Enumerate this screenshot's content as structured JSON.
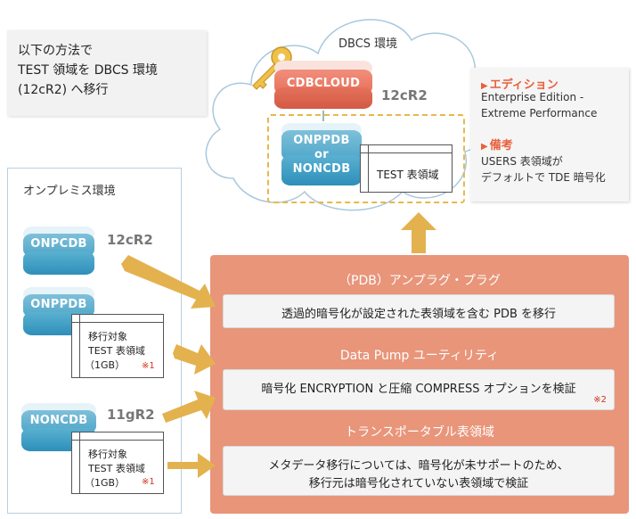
{
  "intro": {
    "lines": [
      "以下の方法で",
      "TEST 領域を DBCS 環境",
      "(12cR2) へ移行"
    ]
  },
  "cloud": {
    "title": "DBCS 環境",
    "db_name": "CDBCLOUD",
    "db_version": "12cR2",
    "pdb_line1": "ONPPDB",
    "pdb_line2": "or",
    "pdb_line3": "NONCDB",
    "tablespace": "TEST 表領域"
  },
  "info": {
    "edition_head": "エディション",
    "edition_line1": "Enterprise Edition -",
    "edition_line2": "Extreme Performance",
    "notes_head": "備考",
    "notes_line1": "USERS 表領域が",
    "notes_line2": "デフォルトで TDE 暗号化"
  },
  "onprem": {
    "title": "オンプレミス環境",
    "cdb_name": "ONPCDB",
    "cdb_version": "12cR2",
    "pdb_name": "ONPPDB",
    "pdb_ts_line1": "移行対象",
    "pdb_ts_line2": "TEST 表領域",
    "pdb_ts_line3": "（1GB）",
    "pdb_ts_note": "※1",
    "noncdb_name": "NONCDB",
    "noncdb_version": "11gR2",
    "noncdb_ts_line1": "移行対象",
    "noncdb_ts_line2": "TEST 表領域",
    "noncdb_ts_line3": "（1GB）",
    "noncdb_ts_note": "※1"
  },
  "methods": [
    {
      "title": "（PDB）アンプラグ・プラグ",
      "desc_line1": "透過的暗号化が設定された表領域を含む PDB を移行",
      "desc_line2": "",
      "note": ""
    },
    {
      "title": "Data Pump ユーティリティ",
      "desc_line1": "暗号化 ENCRYPTION と圧縮 COMPRESS オプションを検証",
      "desc_line2": "",
      "note": "※2"
    },
    {
      "title": "トランスポータブル表領域",
      "desc_line1": "メタデータ移行については、暗号化が未サポートのため、",
      "desc_line2": "移行元は暗号化されていない表領域で検証",
      "note": ""
    }
  ],
  "colors": {
    "cloud_db": "#e8705a",
    "onprem_db": "#4ea6c8",
    "methods_panel": "#e8957a",
    "arrow": "#e3b24e",
    "note_red": "#d0341f"
  }
}
